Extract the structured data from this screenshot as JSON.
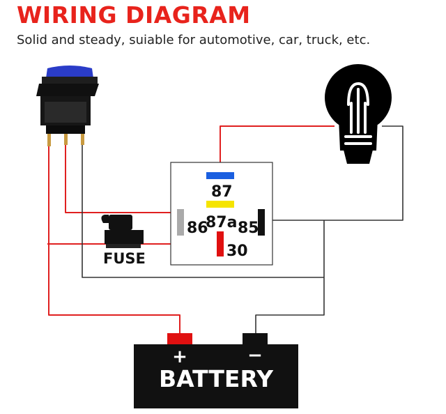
{
  "title": "WIRING DIAGRAM",
  "subtitle": "Solid and steady, suiable for automotive, car, truck, etc.",
  "relay": {
    "pin_87": "87",
    "pin_87a": "87a",
    "pin_86": "86",
    "pin_85": "85",
    "pin_30": "30"
  },
  "fuse_label": "FUSE",
  "battery": {
    "label": "BATTERY",
    "plus": "+",
    "minus": "−"
  },
  "colors": {
    "title": "#e8231c",
    "wire_red": "#e02020",
    "wire_dark": "#222222",
    "pin_87": "#1a5fe0",
    "pin_87a": "#f5e400",
    "pin_86": "#aaaaaa",
    "pin_85": "#111111",
    "pin_30": "#e01010",
    "battery_body": "#111111",
    "terminal_pos": "#e01010"
  }
}
